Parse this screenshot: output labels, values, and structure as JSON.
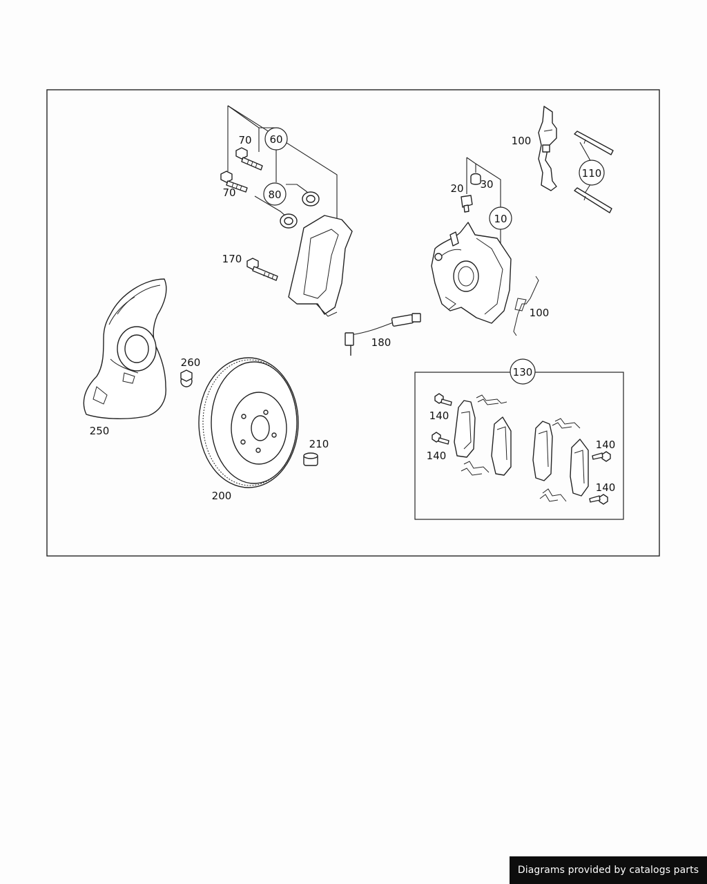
{
  "labels": {
    "ref_10": "10",
    "ref_20": "20",
    "ref_30": "30",
    "ref_60": "60",
    "ref_70_upper": "70",
    "ref_70_lower": "70",
    "ref_80": "80",
    "ref_100_upper": "100",
    "ref_100_lower": "100",
    "ref_110": "110",
    "ref_130": "130",
    "ref_140_a": "140",
    "ref_140_b": "140",
    "ref_140_c": "140",
    "ref_140_d": "140",
    "ref_170": "170",
    "ref_180": "180",
    "ref_200": "200",
    "ref_210": "210",
    "ref_250": "250",
    "ref_260": "260"
  },
  "footer": {
    "credit": "Diagrams provided by catalogs parts"
  },
  "colors": {
    "line": "#222222",
    "background": "#fdfdfd",
    "credit_background": "#0d0d0d",
    "credit_text": "#ffffff"
  }
}
